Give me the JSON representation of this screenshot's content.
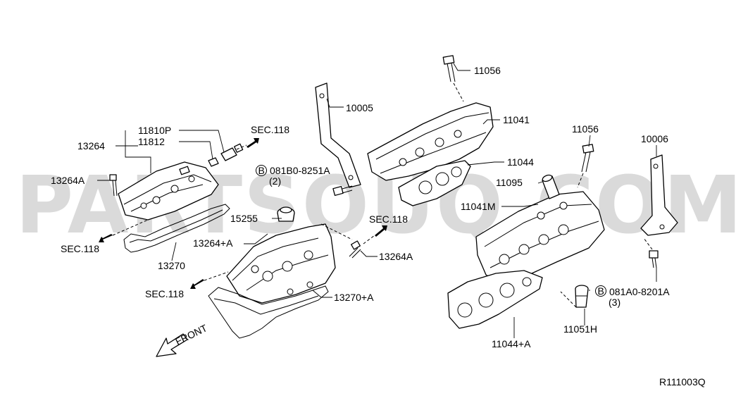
{
  "diagram_code": "R111003Q",
  "watermark": "PARTSOUQ.COM",
  "front_label": "FRONT",
  "callouts": {
    "p11056_top": "11056",
    "p10005": "10005",
    "p11041": "11041",
    "p11810P": "11810P",
    "p11812": "11812",
    "p13264": "13264",
    "p13264A_left": "13264A",
    "sec118_a": "SEC.118",
    "sec118_b": "SEC.118",
    "sec118_c": "SEC.118",
    "sec118_d": "SEC.118",
    "p081B0_8251A": "081B0-8251A",
    "qty_2": "(2)",
    "p11044": "11044",
    "p11095": "11095",
    "p11041M": "11041M",
    "p11056_right": "11056",
    "p10006": "10006",
    "p15255": "15255",
    "p13264pA": "13264+A",
    "p13270": "13270",
    "p13264A_mid": "13264A",
    "p13270pA": "13270+A",
    "p081A0_8201A": "081A0-8201A",
    "qty_3": "(3)",
    "p11051H": "11051H",
    "p11044pA": "11044+A"
  },
  "bolt_marker_letter": "B"
}
